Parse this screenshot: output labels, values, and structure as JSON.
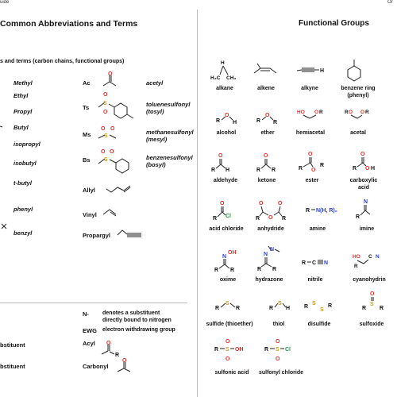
{
  "header": {
    "left": "uide",
    "right": "Or"
  },
  "left_title": "Common Abbreviations and Terms",
  "left_subtitle": "s and terms (carbon chains, functional groups)",
  "alkyl": [
    "Methyl",
    "Ethyl",
    "Propyl",
    "Butyl",
    "isopropyl",
    "isobutyl",
    "t-butyl",
    "phenyl",
    "benzyl"
  ],
  "groups": [
    {
      "abbr": "Ac",
      "name": "acetyl"
    },
    {
      "abbr": "Ts",
      "name": "toluenesulfonyl\n(tosyl)"
    },
    {
      "abbr": "Ms",
      "name": "methanesulfonyl\n(mesyl)"
    },
    {
      "abbr": "Bs",
      "name": "benzenesulfonyl\n(bosyl)"
    }
  ],
  "plain_groups": [
    "Allyl",
    "Vinyl",
    "Propargyl"
  ],
  "notes": {
    "n_abbr": "N-",
    "n_desc": "denotes a substituent\ndirectly bound to nitrogen",
    "ewg_abbr": "EWG",
    "ewg_desc": "electron withdrawing group",
    "acyl": "Acyl",
    "carbonyl": "Carbonyl",
    "sub1": "bstituent",
    "sub2": "bstituent"
  },
  "right_title": "Functional Groups",
  "functional_groups": [
    "alkane",
    "alkene",
    "alkyne",
    "benzene ring\n(phenyl)",
    "alcohol",
    "ether",
    "hemiacetal",
    "acetal",
    "aldehyde",
    "ketone",
    "ester",
    "carboxylic\nacid",
    "acid chloride",
    "anhydride",
    "amine",
    "imine",
    "oxime",
    "hydrazone",
    "nitrile",
    "cyanohydrin",
    "sulfide (thioether)",
    "thiol",
    "disulfide",
    "sulfoxide",
    "sulfonic acid",
    "sulfonyl chloride"
  ],
  "atoms": {
    "O": "O",
    "S": "S",
    "N": "N",
    "Cl": "Cl",
    "H": "H",
    "R": "R",
    "C": "C",
    "H2": "H",
    "H3C": "H₃C",
    "CH3": "CH₃",
    "OH": "OH",
    "HO": "HO",
    "NHR2": "N(H, R)₂"
  },
  "colors": {
    "oxygen": "#e0302a",
    "nitrogen": "#2b3fd6",
    "sulfur": "#d4a017",
    "chlorine": "#20a050",
    "text": "#111111"
  }
}
